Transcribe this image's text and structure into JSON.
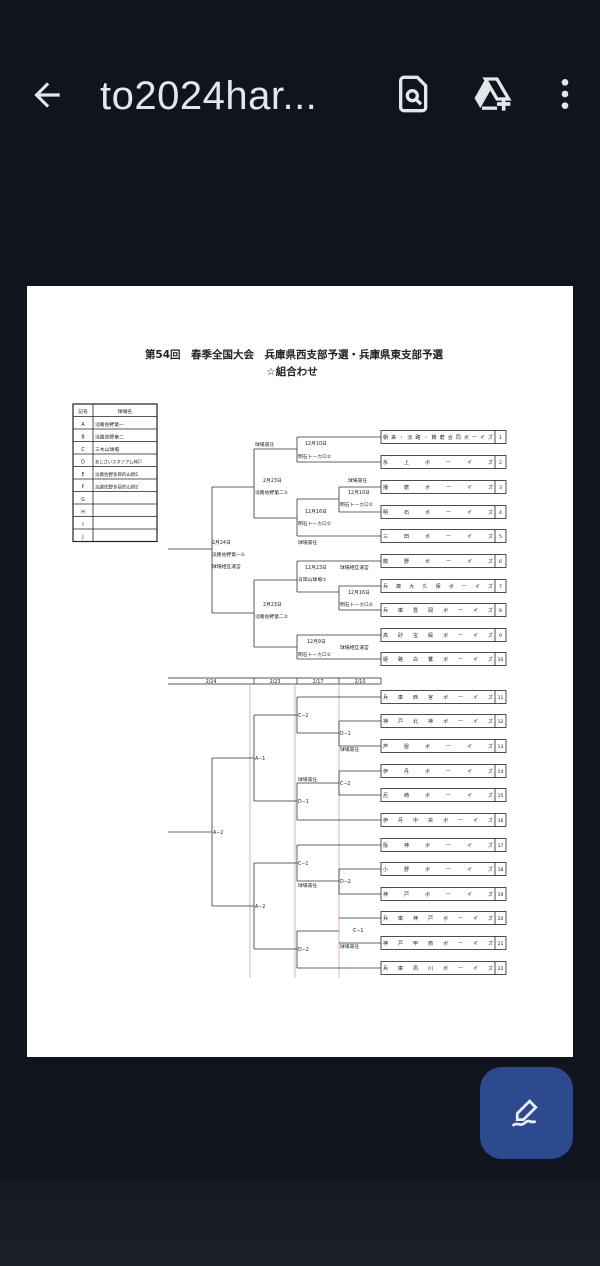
{
  "app_bar": {
    "title": "to2024har...",
    "icons": [
      "back-arrow-icon",
      "find-in-document-icon",
      "add-to-drive-icon",
      "more-vert-icon"
    ]
  },
  "document": {
    "title_line1": "第54回　春季全国大会　兵庫県西支部予選・兵庫県東支部予選",
    "title_line2": "☆組合わせ",
    "venue_table": {
      "headers": [
        "記号",
        "球場名"
      ],
      "rows": [
        {
          "code": "A",
          "name": "淡路佐野第一"
        },
        {
          "code": "B",
          "name": "淡路佐野第二"
        },
        {
          "code": "C",
          "name": "三木山球場"
        },
        {
          "code": "D",
          "name": "あじさいスタジアム神戸"
        },
        {
          "code": "E",
          "name": "淡路佐野多目的山側1"
        },
        {
          "code": "F",
          "name": "淡路佐野多目的山側2"
        },
        {
          "code": "G",
          "name": ""
        },
        {
          "code": "H",
          "name": ""
        },
        {
          "code": "I",
          "name": ""
        },
        {
          "code": "J",
          "name": ""
        }
      ]
    },
    "teams": [
      {
        "no": "1",
        "name": "朝来・淡路・飾磨合同ボーイズ"
      },
      {
        "no": "2",
        "name": "氷上ボーイズ"
      },
      {
        "no": "3",
        "name": "播磨ボーイズ"
      },
      {
        "no": "4",
        "name": "明石ボーイズ"
      },
      {
        "no": "5",
        "name": "三田ボーイズ"
      },
      {
        "no": "6",
        "name": "龍野ボーイズ"
      },
      {
        "no": "7",
        "name": "兵庫大久保ボーイズ"
      },
      {
        "no": "8",
        "name": "兵庫豊岡ボーイズ"
      },
      {
        "no": "9",
        "name": "高砂宝殿ボーイズ"
      },
      {
        "no": "10",
        "name": "姫路白鷺ボーイズ"
      },
      {
        "no": "11",
        "name": "兵庫西宮ボーイズ"
      },
      {
        "no": "12",
        "name": "神戸北神ボーイズ"
      },
      {
        "no": "13",
        "name": "芦屋ボーイズ"
      },
      {
        "no": "14",
        "name": "伊丹ボーイズ"
      },
      {
        "no": "15",
        "name": "尼崎ボーイズ"
      },
      {
        "no": "16",
        "name": "伊丹中央ボーイズ"
      },
      {
        "no": "17",
        "name": "阪神ボーイズ"
      },
      {
        "no": "18",
        "name": "小野ボーイズ"
      },
      {
        "no": "19",
        "name": "神戸ボーイズ"
      },
      {
        "no": "20",
        "name": "兵庫神戸ボーイズ"
      },
      {
        "no": "21",
        "name": "神戸甲南ボーイズ"
      },
      {
        "no": "22",
        "name": "兵庫夙川ボーイズ"
      }
    ],
    "west_labels": {
      "m1_host": "球場責任",
      "m1_date": "12月10日",
      "m1_venue": "明石トーカロ②",
      "m2_host": "球場責任",
      "m2_date": "12月10日",
      "m2_venue": "明石トーカロ①",
      "m3_date": "12月16日",
      "m3_venue": "明石トーカロ①",
      "m3_host": "球場責任",
      "sf1_date": "2月23日",
      "sf1_venue": "淡路佐野第二①",
      "m4_date": "12月23日",
      "m4_host": "球場相互運営",
      "m4_venue": "日岡山球場①",
      "m5_date": "12月16日",
      "m5_venue": "明石トーカロ②",
      "m6_date": "12月9日",
      "m6_venue": "明石トーカロ①",
      "m6_host": "球場相互運営",
      "sf2_date": "2月23日",
      "sf2_venue": "淡路佐野第二②",
      "final_date": "2月24日",
      "final_venue": "淡路佐野第一①",
      "final_host": "球場相互運営"
    },
    "east_dates": [
      "2/24",
      "2/23",
      "2/17",
      "2/10"
    ],
    "east_labels": {
      "c2a": "C−2",
      "d1a": "D−1",
      "d1a_host": "球場責任",
      "c2b": "C−2",
      "c2b_host": "球場責任",
      "d1b": "D−1",
      "a1": "A−1",
      "a2_final": "A−2",
      "a2": "A−2",
      "c1a": "C−1",
      "c1a_host": "球場責任",
      "d2a": "D−2",
      "c1b": "C−1",
      "c1b_host": "球場責任",
      "d2b": "D−2"
    }
  },
  "fab": {
    "icon": "edit-pen-icon"
  },
  "colors": {
    "background": "#10141d",
    "fab": "#2c4a8d",
    "guide_line": "#d9a0a0"
  }
}
